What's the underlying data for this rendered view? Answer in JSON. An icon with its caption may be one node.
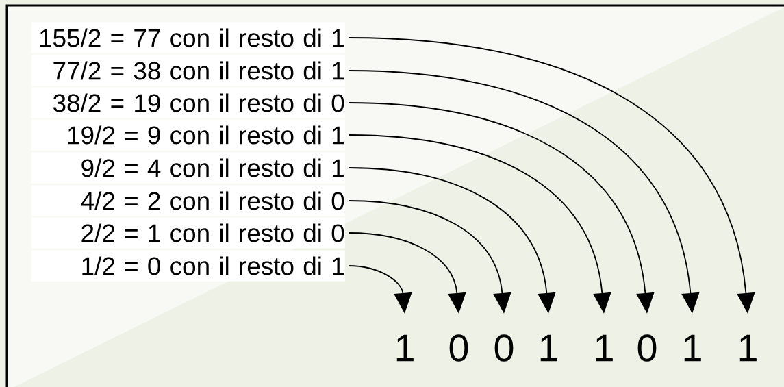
{
  "diagram": {
    "nodes": [
      {
        "text": [
          "155/2 = 77 con il resto di 1"
        ]
      },
      {
        "text": [
          "77/2 = 38 con il resto di 1"
        ]
      },
      {
        "text": [
          "38/2 = 19 con il resto di 0"
        ]
      },
      {
        "text": [
          "19/2 = 9 con il resto di 1"
        ]
      },
      {
        "text": [
          "9/2 = 4 con il resto di 1"
        ]
      },
      {
        "text": [
          "4/2 = 2 con il resto di 0"
        ]
      },
      {
        "text": [
          "2/2 = 1 con il resto di 0"
        ]
      },
      {
        "text": [
          "1/2 = 0 con il resto di 1"
        ]
      },
      {
        "text": [
          "1"
        ]
      },
      {
        "text": [
          "0"
        ]
      },
      {
        "text": [
          "0"
        ]
      },
      {
        "text": [
          "1"
        ]
      },
      {
        "text": [
          "1"
        ]
      },
      {
        "text": [
          "0"
        ]
      },
      {
        "text": [
          "1"
        ]
      },
      {
        "text": [
          "1"
        ]
      }
    ],
    "edges": [
      {
        "from": 0,
        "to": 15,
        "arrow": "to"
      },
      {
        "from": 1,
        "to": 14,
        "arrow": "to"
      },
      {
        "from": 2,
        "to": 13,
        "arrow": "to"
      },
      {
        "from": 3,
        "to": 12,
        "arrow": "to"
      },
      {
        "from": 4,
        "to": 11,
        "arrow": "to"
      },
      {
        "from": 5,
        "to": 10,
        "arrow": "to"
      },
      {
        "from": 6,
        "to": 9,
        "arrow": "to"
      },
      {
        "from": 7,
        "to": 8,
        "arrow": "to"
      }
    ]
  }
}
